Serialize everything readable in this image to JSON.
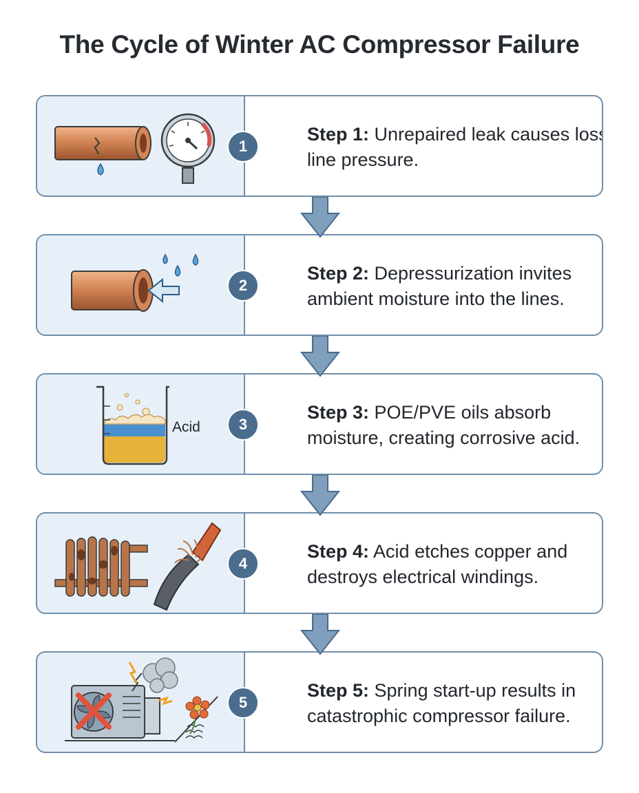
{
  "title": "The Cycle of Winter AC Compressor Failure",
  "steps": [
    {
      "number": "1",
      "label": "Step 1:",
      "text": " Unrepaired leak causes loss of line pressure."
    },
    {
      "number": "2",
      "label": "Step 2:",
      "text": " Depressurization invites ambient moisture into the lines."
    },
    {
      "number": "3",
      "label": "Step 3:",
      "text": " POE/PVE oils absorb moisture, creating corrosive acid.",
      "icon_label": "Acid"
    },
    {
      "number": "4",
      "label": "Step 4:",
      "text": " Acid etches copper and destroys electrical windings."
    },
    {
      "number": "5",
      "label": "Step 5:",
      "text": " Spring start-up results in catastrophic compressor failure."
    }
  ],
  "icons": {
    "step1": [
      "leaking-pipe-icon",
      "pressure-gauge-icon"
    ],
    "step2": [
      "pipe-moisture-inflow-icon"
    ],
    "step3": [
      "acid-beaker-icon"
    ],
    "step4": [
      "corroded-coil-icon",
      "frayed-wire-icon"
    ],
    "step5": [
      "broken-ac-unit-icon",
      "spring-flower-icon"
    ]
  },
  "colors": {
    "accent": "#4a6c8d",
    "panel": "#e7f0f8",
    "border": "#6f8eaa",
    "copper": "#c97a4e"
  }
}
